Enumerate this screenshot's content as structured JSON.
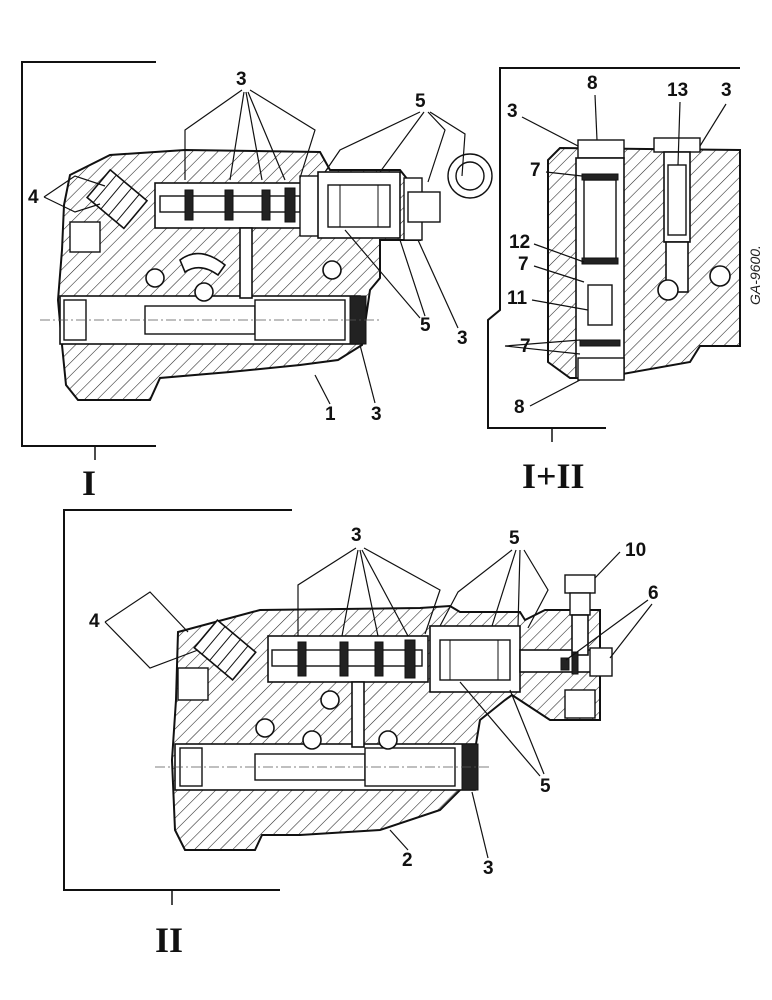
{
  "views": {
    "view_1": {
      "title": "I",
      "callouts": {
        "seals_top": "3",
        "filter": "4",
        "pistons_top": "5",
        "pistons_bottom": "5",
        "seal_right": "3",
        "housing": "1",
        "seal_bottom": "3"
      }
    },
    "view_combined": {
      "title": "I+II",
      "code": "GA-9600.",
      "callouts": {
        "plug_top": "8",
        "seal_left": "3",
        "seal_right": "3",
        "valve_13": "13",
        "ring_upper": "7",
        "part_12": "12",
        "ring_middle": "7",
        "part_11": "11",
        "ring_lower": "7",
        "plug_bottom": "8"
      }
    },
    "view_2": {
      "title": "II",
      "callouts": {
        "seals_top": "3",
        "filter": "4",
        "pistons_top": "5",
        "valve_10": "10",
        "part_6": "6",
        "pistons_bottom": "5",
        "housing": "2",
        "seal_bottom": "3"
      }
    }
  }
}
